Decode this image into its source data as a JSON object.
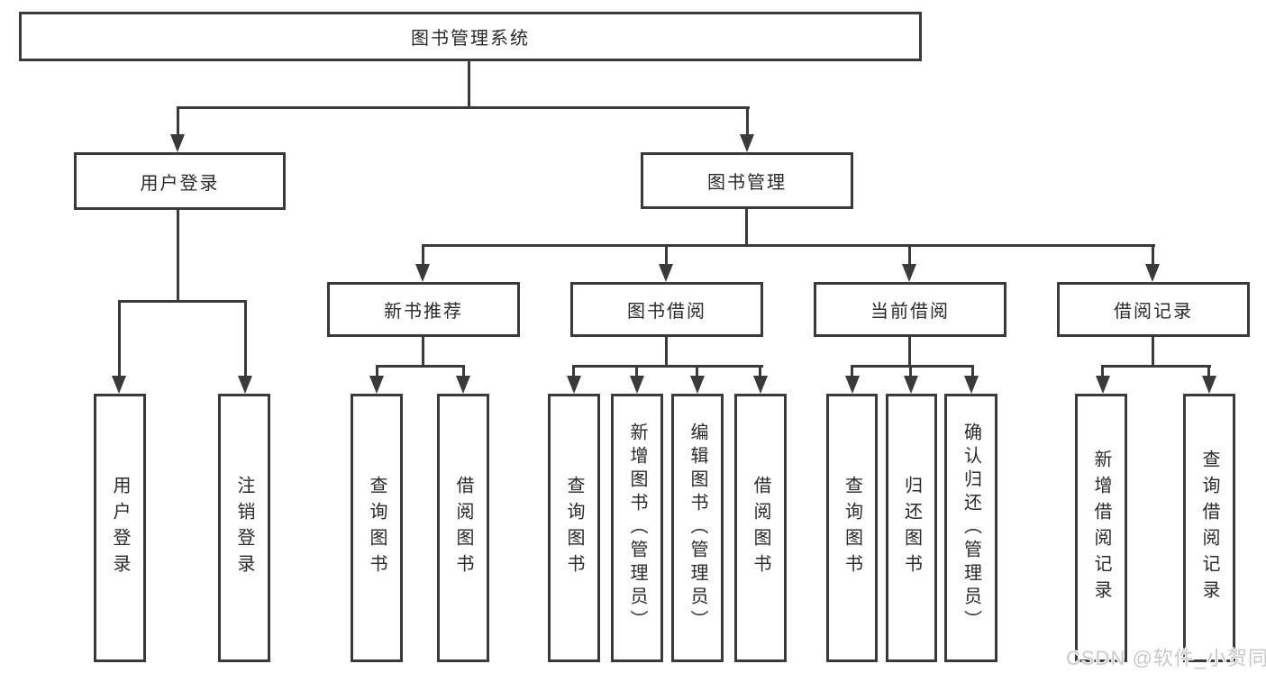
{
  "root": {
    "label": "图书管理系统"
  },
  "branches": {
    "user_login": {
      "label": "用户登录",
      "children": {
        "login": "用户登录",
        "logout": "注销登录"
      }
    },
    "book_management": {
      "label": "图书管理",
      "sections": {
        "new_book_recommend": {
          "label": "新书推荐",
          "children": {
            "query_book": "查询图书",
            "borrow_book": "借阅图书"
          }
        },
        "book_borrow": {
          "label": "图书借阅",
          "children": {
            "query_book": "查询图书",
            "add_book_admin": "新增图书（管理员）",
            "edit_book_admin": "编辑图书（管理员）",
            "borrow_book": "借阅图书"
          }
        },
        "current_borrow": {
          "label": "当前借阅",
          "children": {
            "query_book": "查询图书",
            "return_book": "归还图书",
            "confirm_return_admin": "确认归还（管理员）"
          }
        },
        "borrow_records": {
          "label": "借阅记录",
          "children": {
            "add_borrow_record": "新增借阅记录",
            "query_borrow_record": "查询借阅记录"
          }
        }
      }
    }
  },
  "watermark": {
    "text": "CSDN @软件_小贺同学"
  },
  "colors": {
    "line": "#3a3a3a",
    "text": "#2a2a2a",
    "box-fill": "#ffffff",
    "watermark": "#c9c9c9"
  }
}
